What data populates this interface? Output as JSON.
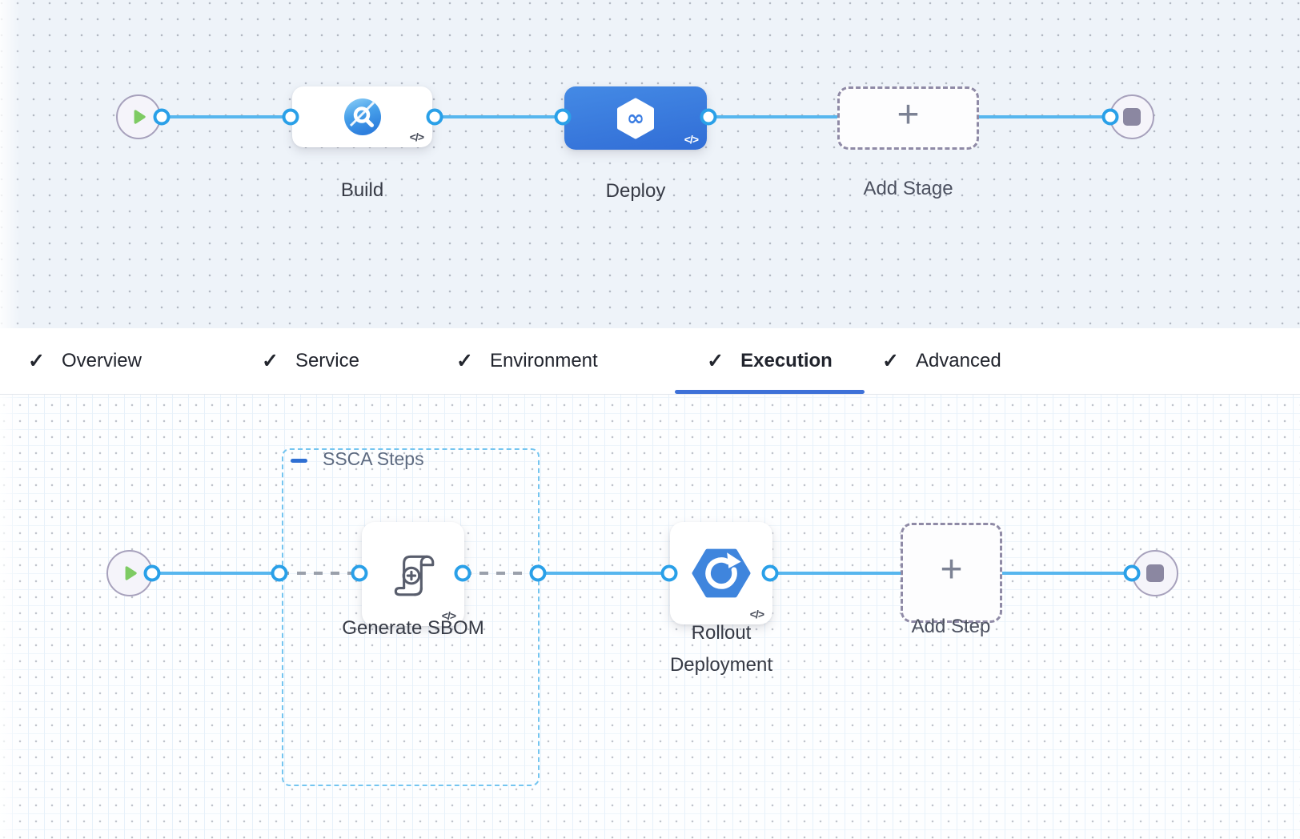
{
  "glyphs": {
    "check": "✓",
    "plus": "+",
    "code": "</>",
    "infinity": "∞"
  },
  "stage_flow": {
    "stages": [
      {
        "label": "Build",
        "icon": "ci-build-icon",
        "selected": false
      },
      {
        "label": "Deploy",
        "icon": "cd-hexagon-infinity-icon",
        "selected": true
      },
      {
        "label": "Add Stage",
        "icon": "plus-icon",
        "selected": false
      }
    ]
  },
  "tabs": [
    {
      "label": "Overview",
      "checked": true,
      "active": false
    },
    {
      "label": "Service",
      "checked": true,
      "active": false
    },
    {
      "label": "Environment",
      "checked": true,
      "active": false
    },
    {
      "label": "Execution",
      "checked": true,
      "active": true
    },
    {
      "label": "Advanced",
      "checked": true,
      "active": false
    }
  ],
  "execution_flow": {
    "group": {
      "label": "SSCA Steps",
      "collapsed": false
    },
    "steps": [
      {
        "label": "Generate SBOM",
        "icon": "sbom-scroll-icon"
      },
      {
        "label": "Rollout Deployment",
        "icon": "rollout-hexagon-arrow-icon"
      },
      {
        "label": "Add Step",
        "icon": "plus-icon"
      }
    ]
  },
  "colors": {
    "connector_line": "#57b6ee",
    "connector_dot_ring": "#2aa0e8",
    "selected_stage_blue": "#3b7de2",
    "icon_blue": "#3f85dd",
    "active_tab_underline": "#3e71d8",
    "group_border": "#74c5f0",
    "group_collapse_minus": "#2e6fd3",
    "start_play_green": "#7ecb63",
    "end_stop_gray": "#8b87a1",
    "dashed_connector_gray": "#9aa0ab",
    "add_node_dashed_border": "#8f8aa6"
  }
}
